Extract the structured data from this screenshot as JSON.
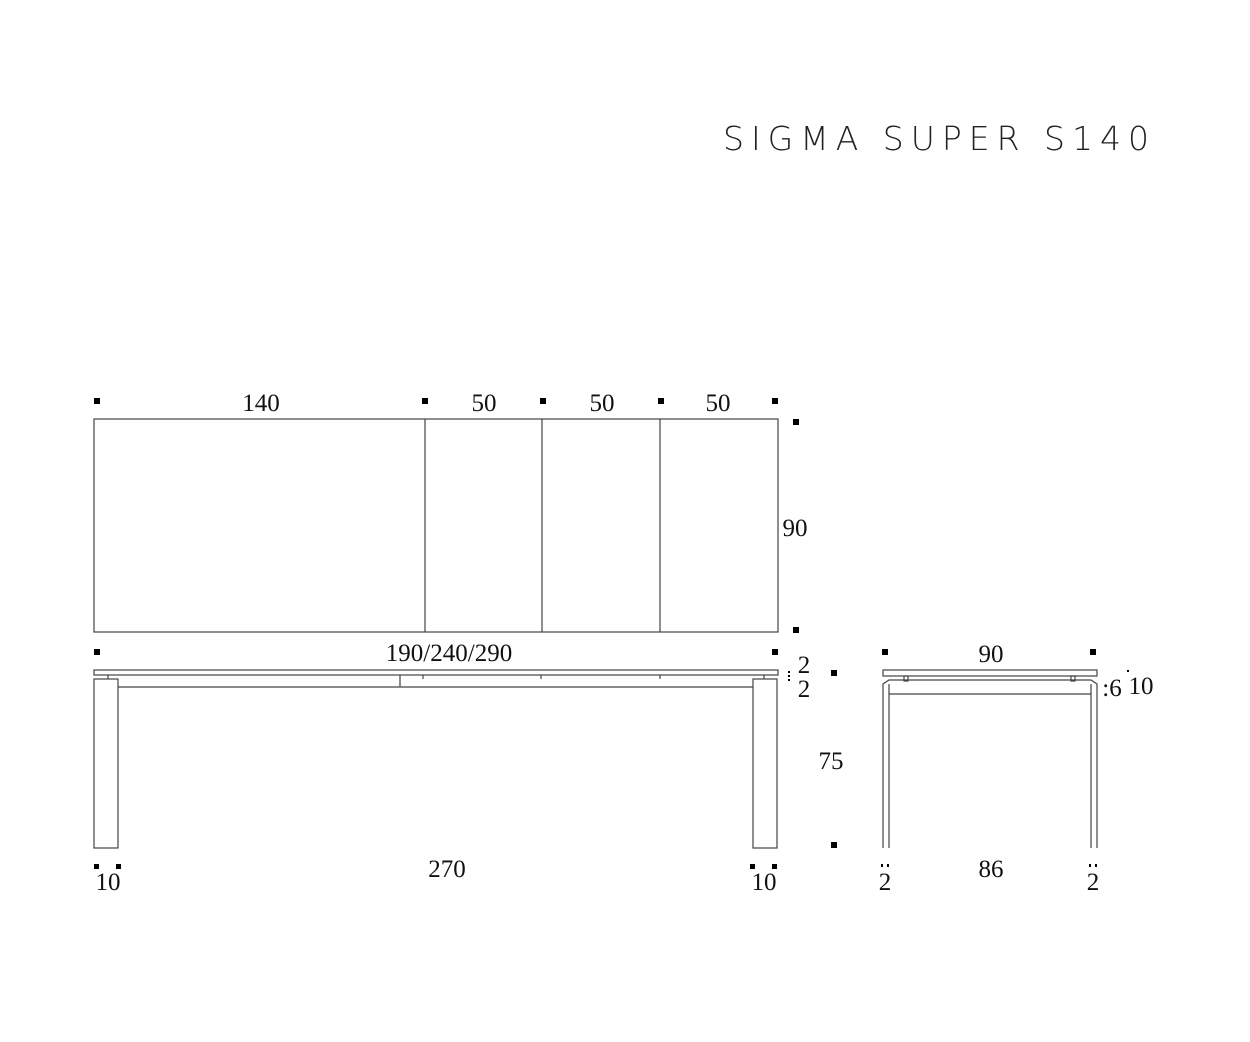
{
  "title": "SIGMA SUPER S140",
  "top_view": {
    "segments": [
      "140",
      "50",
      "50",
      "50"
    ],
    "depth": "90",
    "total_length": "190/240/290"
  },
  "side_view": {
    "top_thickness": "2",
    "apron_thickness": "2",
    "height": "75",
    "leg_left": "10",
    "leg_right": "10",
    "leg_span": "270"
  },
  "end_view": {
    "width": "90",
    "apron_a": ":6",
    "apron_b": "10",
    "leg_left": "2",
    "leg_span": "86",
    "leg_right": "2"
  }
}
